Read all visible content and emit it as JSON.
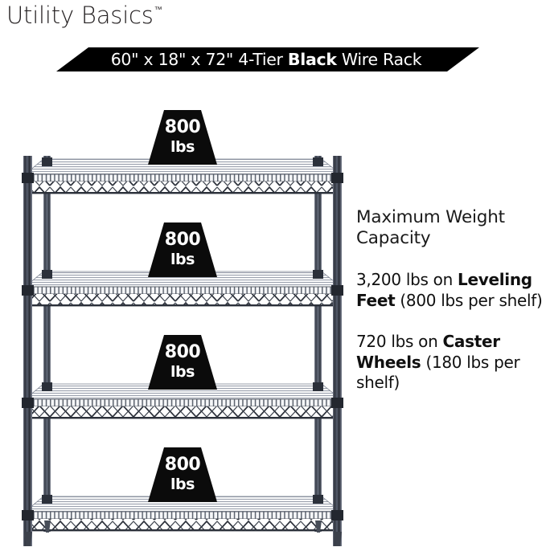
{
  "brand": {
    "name": "Utility Basics",
    "trademark": "™"
  },
  "banner": {
    "dimensions": "60\" x 18\" x 72\"",
    "tier": "4-Tier",
    "color_word": "Black",
    "product": "Wire Rack",
    "full_text": "60\" x 18\" x 72\" 4-Tier Black Wire Rack",
    "background_color": "#000000",
    "text_color": "#ffffff"
  },
  "product": {
    "type": "wire-shelving-rack",
    "shelf_count": 4,
    "frame_color": "#3a3f4a",
    "badge_color": "#0b0b0b"
  },
  "badges": [
    {
      "number": "800",
      "unit": "lbs"
    },
    {
      "number": "800",
      "unit": "lbs"
    },
    {
      "number": "800",
      "unit": "lbs"
    },
    {
      "number": "800",
      "unit": "lbs"
    }
  ],
  "info": {
    "heading": "Maximum Weight Capacity",
    "paragraphs": [
      {
        "lead": "3,200 lbs on ",
        "emphasis": "Leveling Feet",
        "tail": " (800 lbs per shelf)"
      },
      {
        "lead": "720 lbs on ",
        "emphasis": "Caster Wheels",
        "tail": " (180 lbs per shelf)"
      }
    ]
  }
}
